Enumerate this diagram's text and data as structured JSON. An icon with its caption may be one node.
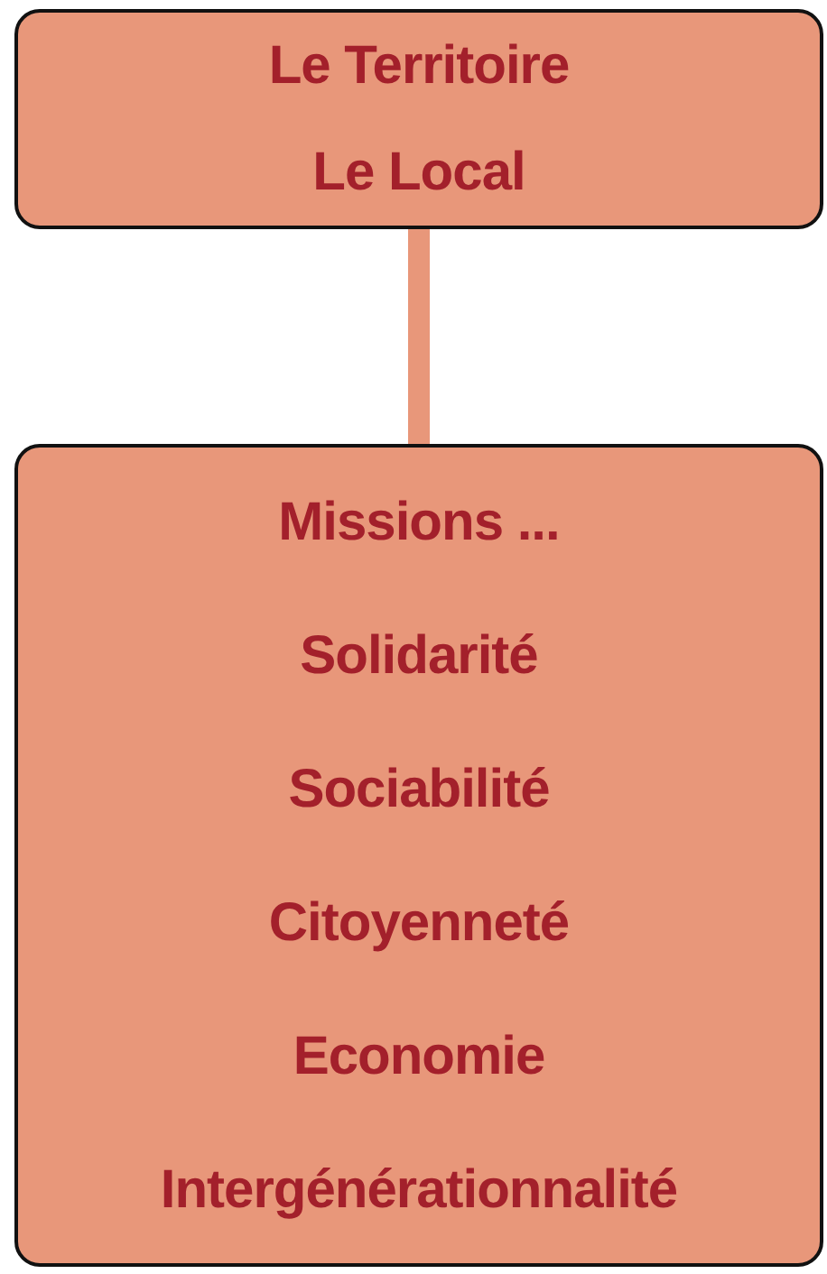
{
  "diagram": {
    "nodes": [
      {
        "text": [
          "Le Territoire",
          "Le Local"
        ]
      },
      {
        "text": [
          "Missions ...",
          "Solidarité",
          "Sociabilité",
          "Citoyenneté",
          "Economie",
          "Intergénérationnalité"
        ]
      }
    ],
    "edges": [
      {
        "from": 0,
        "to": 1,
        "arrow": "none"
      }
    ]
  }
}
